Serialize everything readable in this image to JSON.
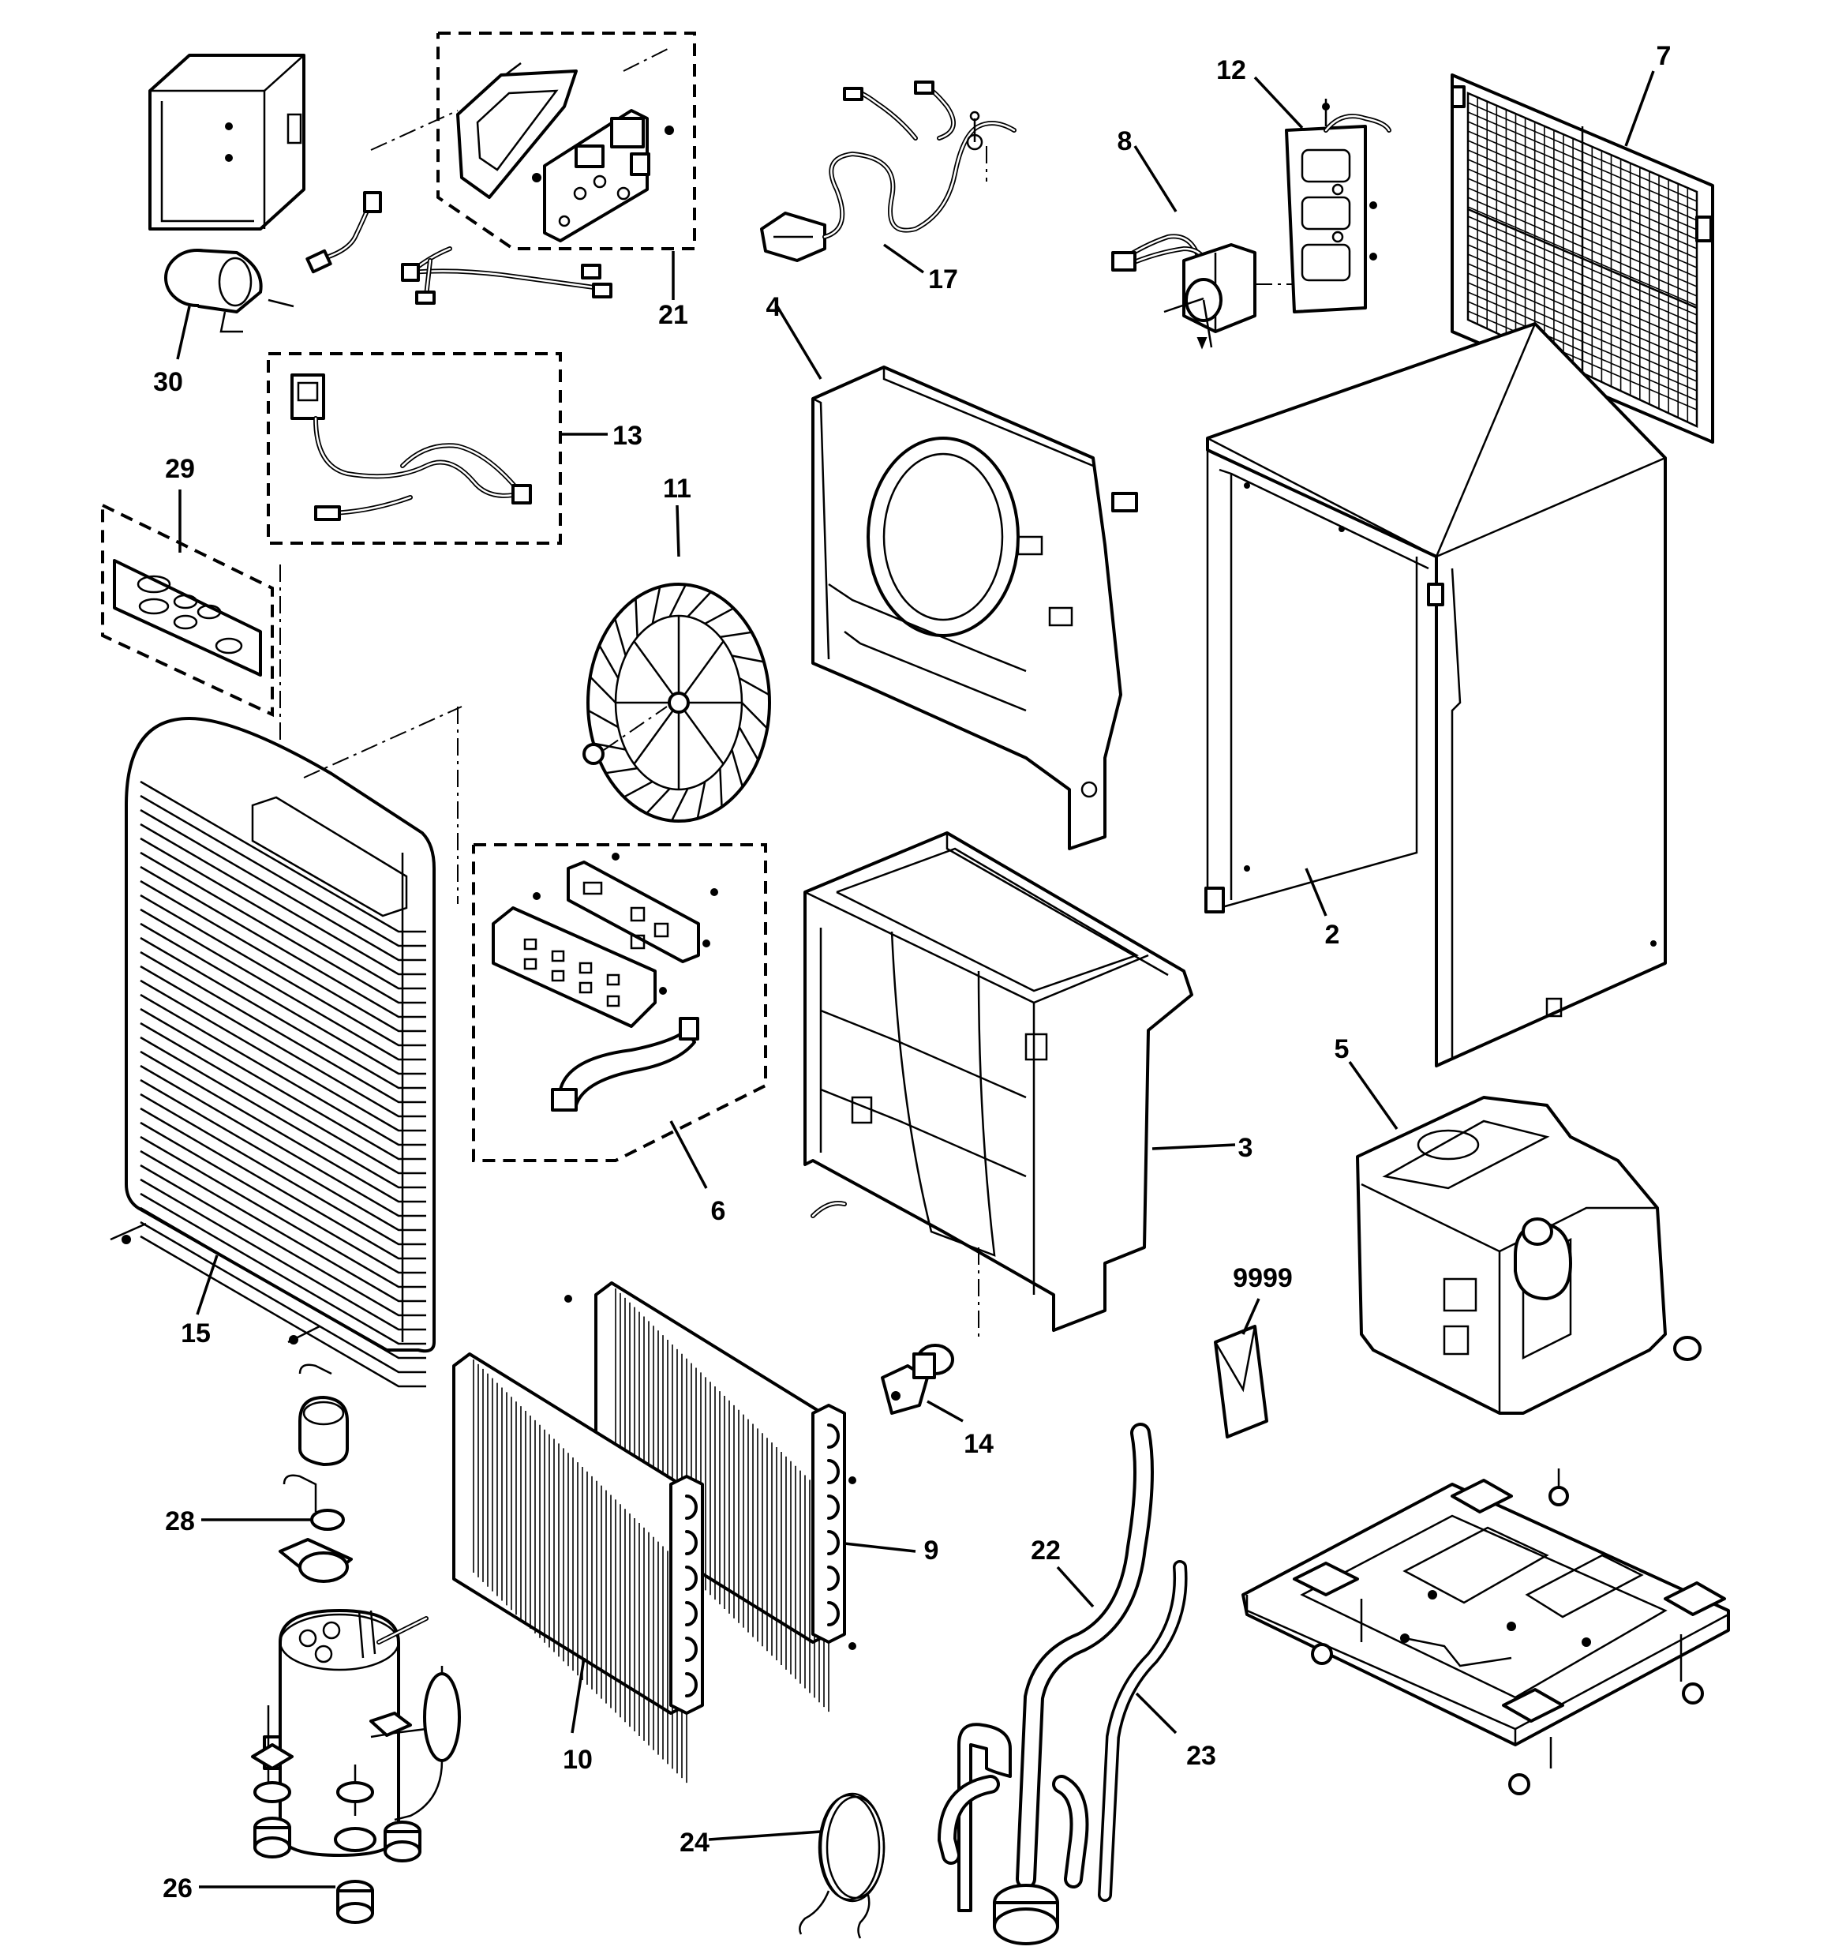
{
  "callouts": {
    "c2": "2",
    "c3": "3",
    "c4": "4",
    "c5": "5",
    "c6": "6",
    "c7": "7",
    "c8": "8",
    "c9": "9",
    "c10": "10",
    "c11": "11",
    "c12": "12",
    "c13": "13",
    "c14": "14",
    "c15": "15",
    "c17": "17",
    "c21": "21",
    "c22": "22",
    "c23": "23",
    "c24": "24",
    "c26": "26",
    "c28": "28",
    "c29": "29",
    "c30": "30",
    "c9999": "9999"
  },
  "colors": {
    "line": "#000000",
    "background": "#ffffff"
  }
}
